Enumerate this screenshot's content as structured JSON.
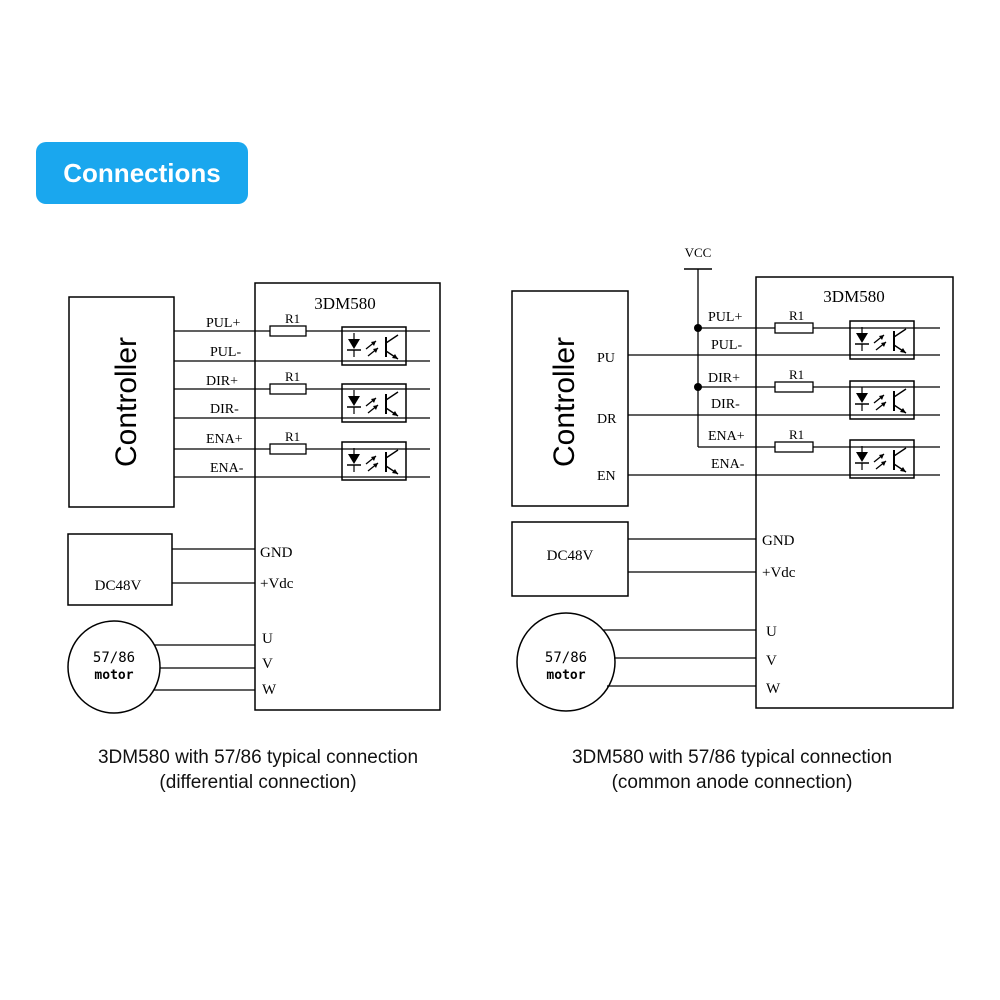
{
  "section_title": "Connections",
  "colors": {
    "accent": "#1aa7ee",
    "line": "#000000"
  },
  "left_diagram": {
    "driver_label": "3DM580",
    "controller_label": "Controller",
    "signals": [
      "PUL+",
      "PUL-",
      "DIR+",
      "DIR-",
      "ENA+",
      "ENA-"
    ],
    "resistor_label": "R1",
    "power_label": "DC48V",
    "power_pins": [
      "GND",
      "+Vdc"
    ],
    "motor_label_line1": "57/86",
    "motor_label_line2": "motor",
    "motor_pins": [
      "U",
      "V",
      "W"
    ],
    "caption_line1": "3DM580 with 57/86 typical connection",
    "caption_line2": "(differential connection)"
  },
  "right_diagram": {
    "driver_label": "3DM580",
    "controller_label": "Controller",
    "supply_label": "VCC",
    "controller_pins": [
      "PU",
      "DR",
      "EN"
    ],
    "signals": [
      "PUL+",
      "PUL-",
      "DIR+",
      "DIR-",
      "ENA+",
      "ENA-"
    ],
    "resistor_label": "R1",
    "power_label": "DC48V",
    "power_pins": [
      "GND",
      "+Vdc"
    ],
    "motor_label_line1": "57/86",
    "motor_label_line2": "motor",
    "motor_pins": [
      "U",
      "V",
      "W"
    ],
    "caption_line1": "3DM580 with 57/86 typical connection",
    "caption_line2": "(common anode connection)"
  }
}
